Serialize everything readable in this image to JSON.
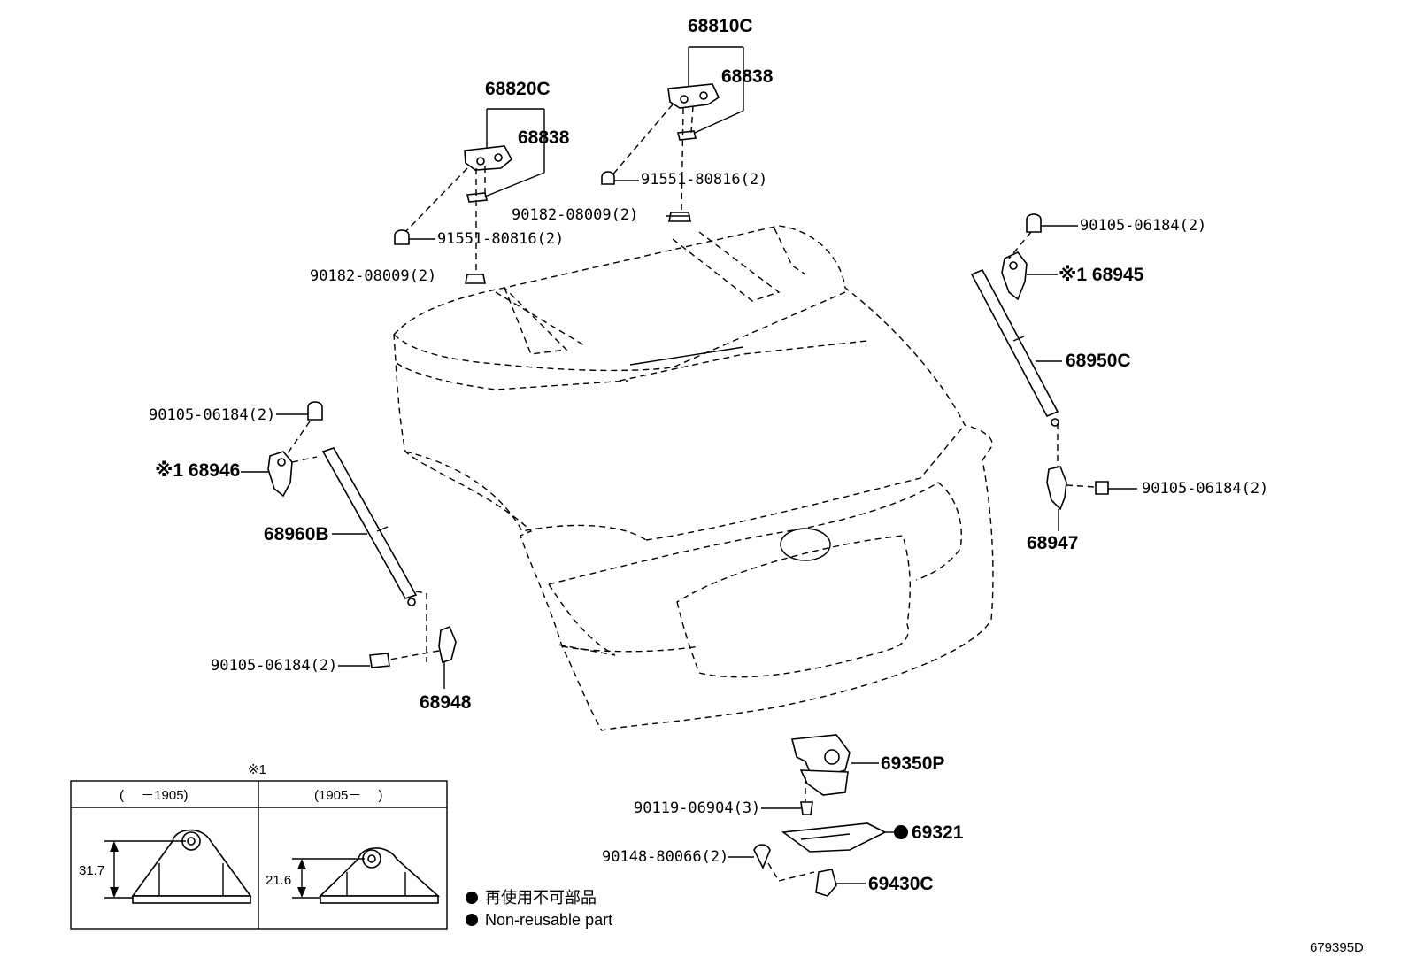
{
  "callouts": {
    "c68810c": "68810C",
    "c68838_upper": "68838",
    "c68820c": "68820C",
    "c68838_lower": "68838",
    "c91551_right": "91551-80816(2)",
    "c90182_right": "90182-08009(2)",
    "c91551_left": "91551-80816(2)",
    "c90182_left": "90182-08009(2)",
    "c90105_topright": "90105-06184(2)",
    "c68945": "※1 68945",
    "c68950c": "68950C",
    "c90105_midright": "90105-06184(2)",
    "c68947": "68947",
    "c90105_left_top": "90105-06184(2)",
    "c68946": "※1 68946",
    "c68960b": "68960B",
    "c90105_left_bottom": "90105-06184(2)",
    "c68948": "68948",
    "c69350p": "69350P",
    "c90119": "90119-06904(3)",
    "c69321": "69321",
    "c90148": "90148-80066(2)",
    "c69430c": "69430C"
  },
  "inset": {
    "mark": "※1",
    "col1_header": "(　 －1905)",
    "col2_header": "(1905－　 )",
    "dim1": "31.7",
    "dim2": "21.6"
  },
  "legend": {
    "jp": "再使用不可部品",
    "en": "Non-reusable part"
  },
  "figure_id": "679395D"
}
